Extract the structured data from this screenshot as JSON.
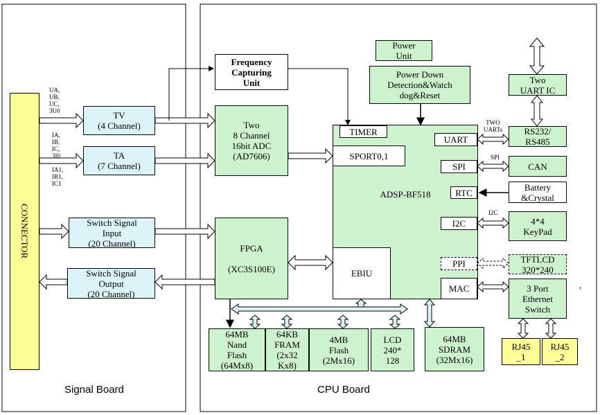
{
  "boards": {
    "signal": "Signal Board",
    "cpu": "CPU Board"
  },
  "connector": "CONNECTOR",
  "signal_inputs": {
    "tv_lines": "UA,\nUB,\nUC,\n3U0",
    "ta_lines": "IA,\nIB,\nIC,\n3I0",
    "ta_extra": "IA1,\nIB1,\nIC1"
  },
  "blocks": {
    "tv": "TV\n(4 Channel)",
    "ta": "TA\n(7 Channel)",
    "sw_in": "Switch Signal\nInput\n(20 Channel)",
    "sw_out": "Switch Signal\nOutput\n(20 Channel)",
    "freq": "Frequency\nCapturing\nUnit",
    "adc": "Two\n8 Channel\n16bit ADC\n(AD7606)",
    "fpga": "FPGA\n\n(XC3S100E)",
    "power_unit": "Power\nUnit",
    "power_down": "Power Down\nDetection&Watch\ndog&Reset",
    "dsp": "ADSP-BF518",
    "timer": "TIMER",
    "sport": "SPORT0,1",
    "ebiu": "EBIU",
    "uart": "UART",
    "spi": "SPI",
    "rtc": "RTC",
    "i2c": "I2C",
    "ppi": "PPI",
    "mac": "MAC",
    "uart_ic": "Two\nUART IC",
    "rs232": "RS232/\nRS485",
    "can": "CAN",
    "battery": "Battery\n&Crystal",
    "keypad": "4*4\nKeyPad",
    "tftlcd": "TFTLCD\n320*240",
    "ethernet": "3 Port\nEthernet\nSwitch",
    "rj45_1": "RJ45\n_1",
    "rj45_2": "RJ45\n_2",
    "nand": "64MB\nNand\nFlash\n(64Mx8)",
    "fram": "64KB\nFRAM\n(2x32\nKx8)",
    "flash": "4MB\nFlash\n(2Mx16)",
    "lcd": "LCD\n240*\n128",
    "sdram": "64MB\nSDRAM\n(32Mx16)"
  },
  "link_labels": {
    "two_uarts": "TWO\nUARTs",
    "spi": "SPI",
    "i2c": "I2C"
  },
  "stray_mark": ","
}
